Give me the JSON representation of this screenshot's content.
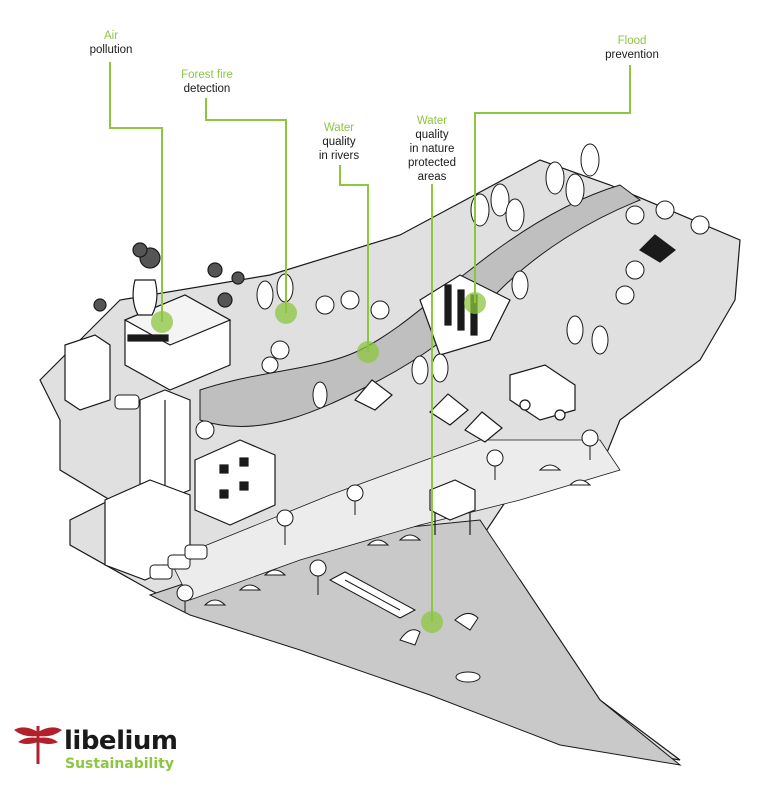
{
  "colors": {
    "accent": "#8dc63f",
    "ground": "#e0e0e0",
    "water": "#c9c9c9",
    "ink": "#1a1a1a",
    "logo_red": "#b2202b"
  },
  "labels": {
    "air": {
      "accent": "Air",
      "main": "pollution"
    },
    "fire": {
      "accent": "Forest fire",
      "main": "detection"
    },
    "rivers": {
      "accent": "Water",
      "main": "quality\nin rivers"
    },
    "nature": {
      "accent": "Water",
      "main": "quality\nin nature\nprotected\nareas"
    },
    "flood": {
      "accent": "Flood",
      "main": "prevention"
    }
  },
  "logo": {
    "brand": "libelium",
    "sub": "Sustainability",
    "icon": "dragonfly-icon"
  }
}
